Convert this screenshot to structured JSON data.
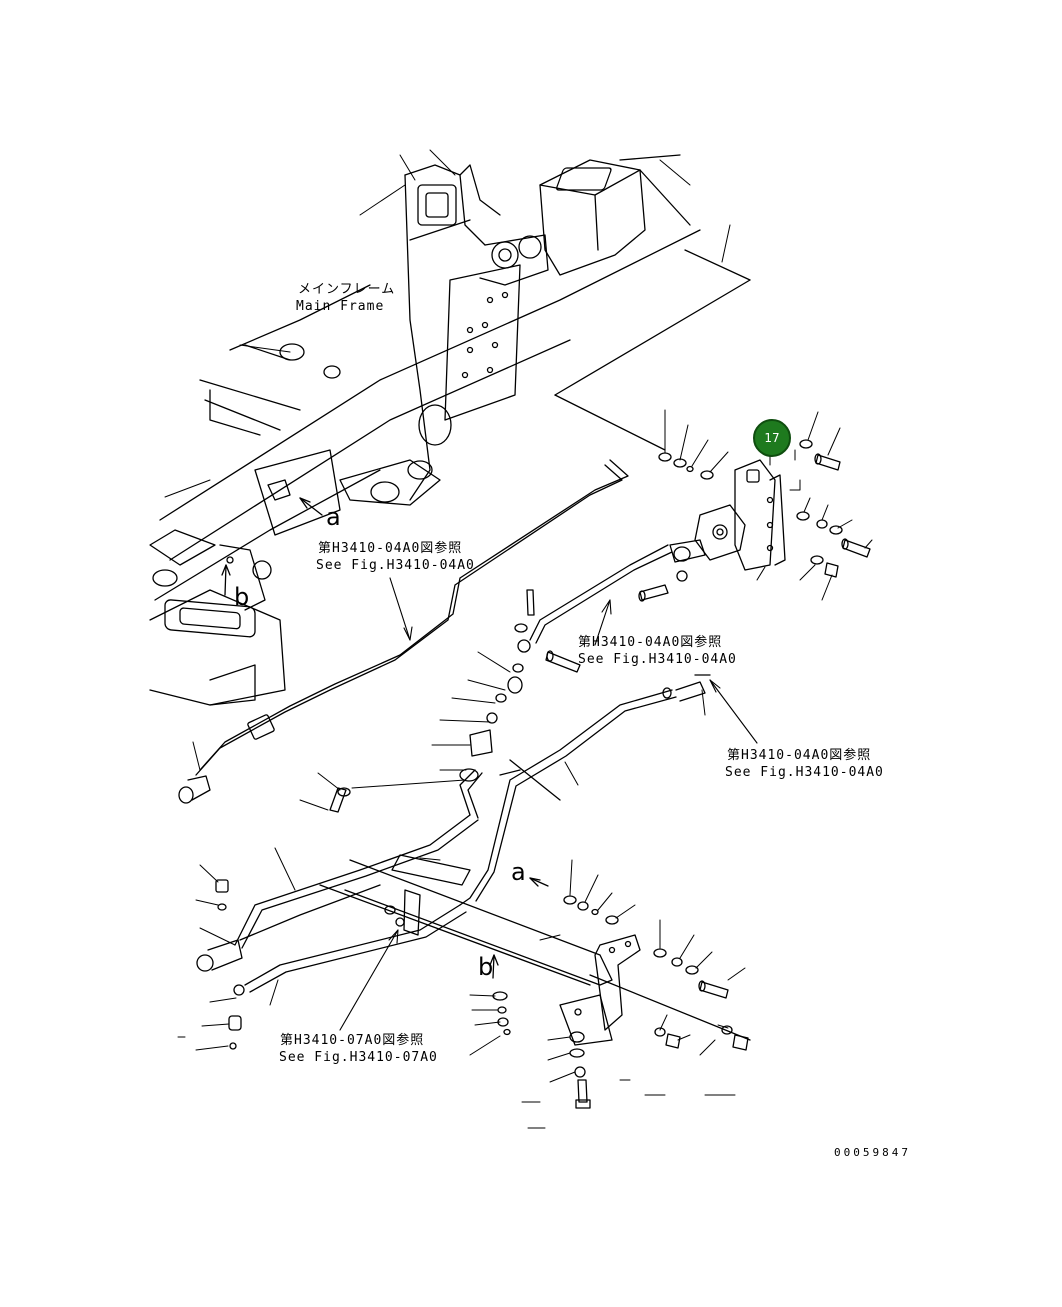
{
  "labels": {
    "main_frame_jp": "メインフレーム",
    "main_frame_en": "Main Frame",
    "ref1_jp": "第H3410-04A0図参照",
    "ref1_en": "See Fig.H3410-04A0",
    "ref2_jp": "第H3410-04A0図参照",
    "ref2_en": "See Fig.H3410-04A0",
    "ref3_jp": "第H3410-04A0図参照",
    "ref3_en": "See Fig.H3410-04A0",
    "ref4_jp": "第H3410-07A0図参照",
    "ref4_en": "See Fig.H3410-07A0"
  },
  "view_markers": {
    "a_upper": "a",
    "b_upper": "b",
    "a_lower": "a",
    "b_lower": "b"
  },
  "callouts": [
    {
      "number": "17",
      "color": "#1e7a1e"
    }
  ],
  "document_id": "00059847",
  "colors": {
    "line": "#000000",
    "background": "#ffffff",
    "callout": "#1e7a1e"
  }
}
